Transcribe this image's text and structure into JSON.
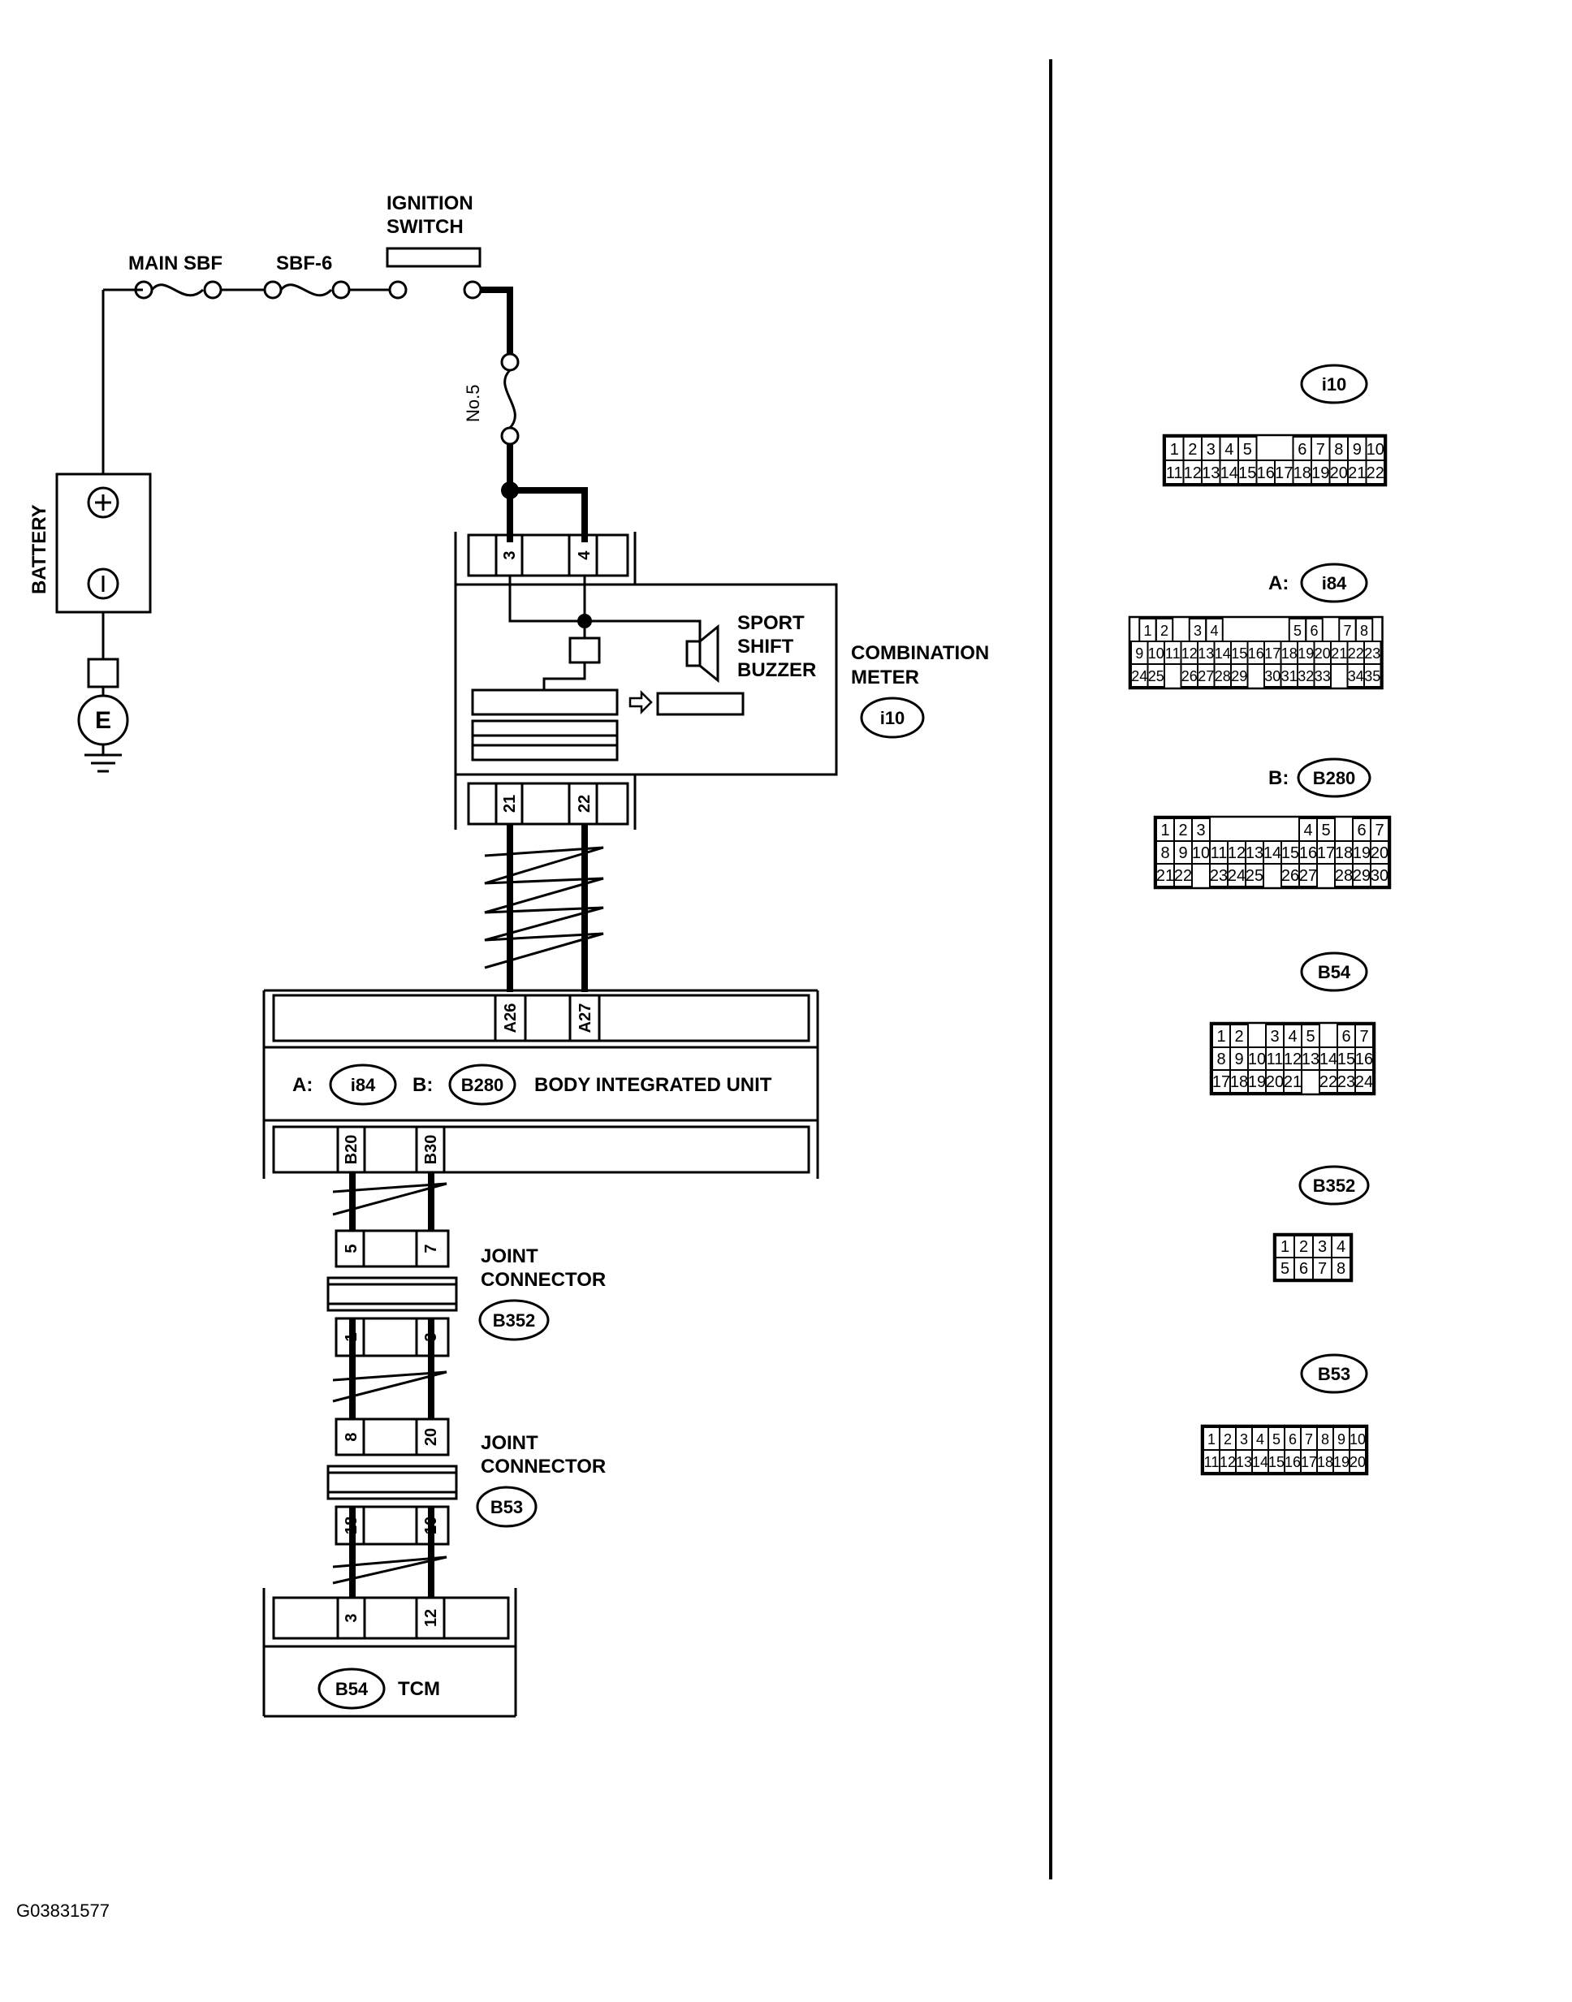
{
  "figure_id": "G03831577",
  "labels": {
    "main_sbf": "MAIN SBF",
    "sbf6": "SBF-6",
    "ignition_line1": "IGNITION",
    "ignition_line2": "SWITCH",
    "battery": "BATTERY",
    "fuse_no5": "No.5",
    "ground": "E",
    "sport_line1": "SPORT",
    "sport_line2": "SHIFT",
    "sport_line3": "BUZZER",
    "combo_line1": "COMBINATION",
    "combo_line2": "METER",
    "combo_conn": "i10",
    "biu_a_prefix": "A:",
    "biu_a_conn": "i84",
    "biu_b_prefix": "B:",
    "biu_b_conn": "B280",
    "biu_name": "BODY INTEGRATED UNIT",
    "joint_line1": "JOINT",
    "joint_line2": "CONNECTOR",
    "joint1_conn": "B352",
    "joint2_conn": "B53",
    "tcm_conn": "B54",
    "tcm_name": "TCM",
    "pins": {
      "m3": "3",
      "m4": "4",
      "m21": "21",
      "m22": "22",
      "a26": "A26",
      "a27": "A27",
      "b20": "B20",
      "b30": "B30",
      "j1_5": "5",
      "j1_7": "7",
      "j1_1": "1",
      "j1_3": "3",
      "j2_8": "8",
      "j2_20": "20",
      "j2_18": "18",
      "j2_10": "10",
      "t3": "3",
      "t12": "12"
    }
  },
  "connectors": {
    "i10": {
      "title": "i10",
      "rows": [
        [
          "1",
          "2",
          "3",
          "4",
          "5",
          "",
          "",
          "6",
          "7",
          "8",
          "9",
          "10"
        ],
        [
          "11",
          "12",
          "13",
          "14",
          "15",
          "16",
          "17",
          "18",
          "19",
          "20",
          "21",
          "22"
        ]
      ]
    },
    "i84": {
      "prefix": "A:",
      "title": "i84",
      "rows": [
        [
          "1",
          "2",
          "",
          "3",
          "4",
          "",
          "",
          "",
          "",
          "5",
          "6",
          "",
          "7",
          "8"
        ],
        [
          "9",
          "10",
          "11",
          "12",
          "13",
          "14",
          "15",
          "16",
          "17",
          "18",
          "19",
          "20",
          "21",
          "22",
          "23"
        ],
        [
          "24",
          "25",
          "",
          "26",
          "27",
          "28",
          "29",
          "",
          "30",
          "31",
          "32",
          "33",
          "",
          "34",
          "35"
        ]
      ]
    },
    "B280": {
      "prefix": "B:",
      "title": "B280",
      "rows": [
        [
          "1",
          "2",
          "3",
          "",
          "",
          "",
          "",
          "",
          "4",
          "5",
          "",
          "6",
          "7"
        ],
        [
          "8",
          "9",
          "10",
          "11",
          "12",
          "13",
          "14",
          "15",
          "16",
          "17",
          "18",
          "19",
          "20"
        ],
        [
          "21",
          "22",
          "",
          "23",
          "24",
          "25",
          "",
          "26",
          "27",
          "",
          "28",
          "29",
          "30"
        ]
      ]
    },
    "B54": {
      "title": "B54",
      "rows": [
        [
          "1",
          "2",
          "",
          "3",
          "4",
          "5",
          "",
          "6",
          "7"
        ],
        [
          "8",
          "9",
          "10",
          "11",
          "12",
          "13",
          "14",
          "15",
          "16"
        ],
        [
          "17",
          "18",
          "19",
          "20",
          "21",
          "",
          "22",
          "23",
          "24"
        ]
      ]
    },
    "B352": {
      "title": "B352",
      "rows": [
        [
          "1",
          "2",
          "3",
          "4"
        ],
        [
          "5",
          "6",
          "7",
          "8"
        ]
      ]
    },
    "B53": {
      "title": "B53",
      "rows": [
        [
          "1",
          "2",
          "3",
          "4",
          "5",
          "6",
          "7",
          "8",
          "9",
          "10"
        ],
        [
          "11",
          "12",
          "13",
          "14",
          "15",
          "16",
          "17",
          "18",
          "19",
          "20"
        ]
      ]
    }
  },
  "colors": {
    "line": "#000000",
    "background": "#ffffff"
  }
}
